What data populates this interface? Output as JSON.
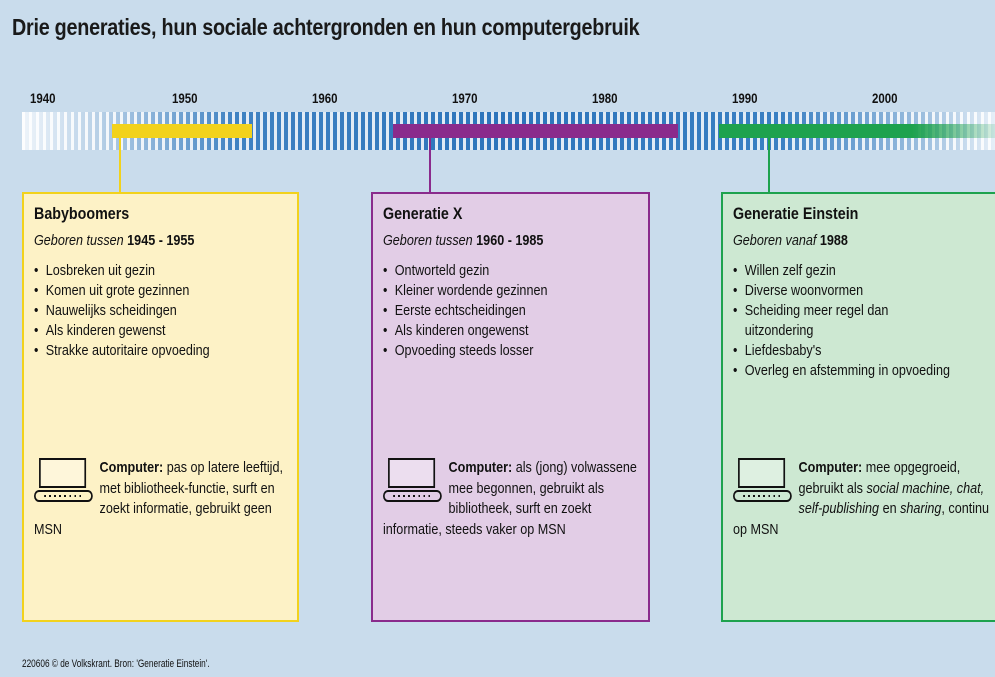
{
  "title": "Drie generaties, hun sociale achtergronden en hun computergebruik",
  "timeline": {
    "years": [
      "1940",
      "1950",
      "1960",
      "1970",
      "1980",
      "1990",
      "2000"
    ]
  },
  "generations": [
    {
      "name": "Babyboomers",
      "born_prefix": "Geboren tussen",
      "born_range": "1945 - 1955",
      "color": "#f2d21c",
      "fill": "#fdf2c6",
      "items": [
        "Losbreken uit gezin",
        "Komen uit grote gezinnen",
        "Nauwelijks scheidingen",
        "Als kinderen gewenst",
        "Strakke autoritaire opvoeding"
      ],
      "computer_label": "Computer:",
      "computer_text": "pas op latere leeftijd, met bibliotheek-functie, surft en zoekt informatie, gebruikt geen MSN"
    },
    {
      "name": "Generatie X",
      "born_prefix": "Geboren tussen",
      "born_range": "1960 - 1985",
      "color": "#8a2b8c",
      "fill": "#e2cde6",
      "items": [
        "Ontworteld gezin",
        "Kleiner wordende gezinnen",
        "Eerste echtscheidingen",
        "Als kinderen ongewenst",
        "Opvoeding steeds losser"
      ],
      "computer_label": "Computer:",
      "computer_text": "als (jong) volwassene mee begonnen, gebruikt als bibliotheek, surft en zoekt informatie, steeds vaker op MSN"
    },
    {
      "name": "Generatie Einstein",
      "born_prefix": "Geboren vanaf",
      "born_range": "1988",
      "color": "#1ea24e",
      "fill": "#cde8d2",
      "items": [
        "Willen zelf gezin",
        "Diverse woonvormen",
        "Scheiding meer regel dan uitzondering",
        "Liefdesbaby's",
        "Overleg en afstemming in opvoeding"
      ],
      "computer_label": "Computer:",
      "computer_text_1": "mee opgegroeid, gebruikt als",
      "computer_text_it1": "social machine, chat, self-publishing",
      "computer_text_2": "en",
      "computer_text_it2": "sharing",
      "computer_text_3": ", continu op MSN"
    }
  ],
  "footer": "220606 © de Volkskrant. Bron: 'Generatie Einstein'."
}
